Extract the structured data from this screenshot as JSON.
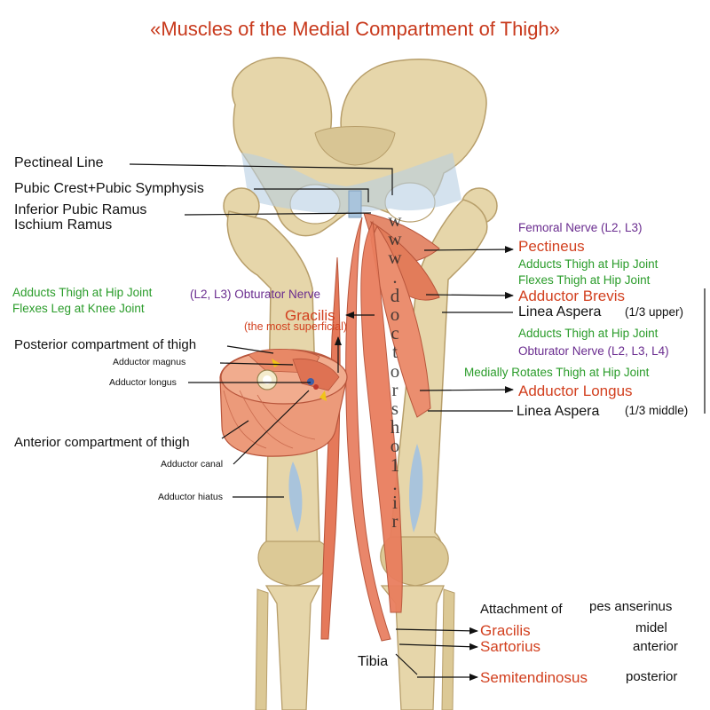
{
  "title": "«Muscles of the Medial Compartment of Thigh»",
  "watermark": [
    "w",
    "w",
    "w",
    ".",
    "d",
    "o",
    "c",
    "t",
    "o",
    "r",
    "s",
    "h",
    "o",
    "1",
    ".",
    "i",
    "r"
  ],
  "labels": {
    "pectineal_line": "Pectineal Line",
    "pubic_crest": "Pubic Crest+Pubic Symphysis",
    "inferior_pubic_ramus": "Inferior Pubic Ramus",
    "ischium_ramus": "Ischium Ramus",
    "femoral_nerve": "Femoral Nerve (L2, L3)",
    "pectineus": "Pectineus",
    "pectineus_action1": "Adducts Thigh at Hip Joint",
    "pectineus_action2": "Flexes Thigh at Hip Joint",
    "adductor_brevis": "Adductor Brevis",
    "linea_aspera_upper": "Linea Aspera",
    "linea_aspera_upper_note": "(1/3 upper)",
    "longus_action1": "Adducts Thigh at Hip Joint",
    "obturator_nerve_right": "Obturator Nerve (L2, L3, L4)",
    "longus_action2": "Medially Rotates Thigh at Hip Joint",
    "adductor_longus": "Adductor Longus",
    "linea_aspera_middle": "Linea Aspera",
    "linea_aspera_middle_note": "(1/3 middle)",
    "gracilis_action1": "Adducts Thigh at Hip Joint",
    "gracilis_action2": "Flexes Leg at Knee Joint",
    "obturator_nerve_left": "(L2, L3) Obturator Nerve",
    "gracilis": "Gracilis",
    "gracilis_note": "(the most superficial)",
    "posterior_compartment": "Posterior compartment of thigh",
    "adductor_magnus": "Adductor magnus",
    "adductor_longus_small": "Adductor longus",
    "anterior_compartment": "Anterior compartment of thigh",
    "adductor_canal": "Adductor canal",
    "adductor_hiatus": "Adductor hiatus",
    "attachment_of": "Attachment of",
    "pes_anserinus": "pes anserinus",
    "gracilis_bottom": "Gracilis",
    "midel": "midel",
    "sartorius": "Sartorius",
    "anterior": "anterior",
    "tibia": "Tibia",
    "semitendinosus": "Semitendinosus",
    "posterior": "posterior"
  },
  "colors": {
    "title": "#c8391c",
    "muscle_name": "#d2401f",
    "action": "#2a9c2a",
    "nerve": "#6a2c8f",
    "bone": "#e6d6aa",
    "muscle": "#e97e5e",
    "ligament": "#a9c4dc"
  }
}
